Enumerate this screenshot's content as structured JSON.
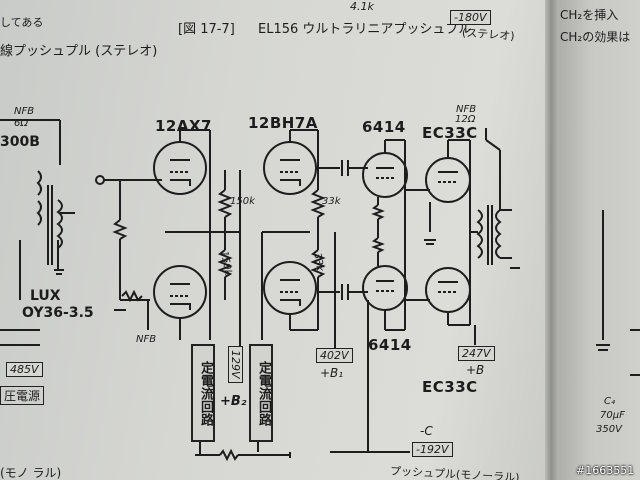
{
  "caption": {
    "figure_label": "[図 17-7]",
    "title": "EL156 ウルトラリニアプッシュプル",
    "title_suffix": "(ステレオ)"
  },
  "left_page": {
    "top_note": "してある",
    "subtitle": "線プッシュプル (ステレオ)",
    "tube_label": "300B",
    "nfb_label": "NFB",
    "nfb_value": "6Ω",
    "transformer_brand": "LUX",
    "transformer_model": "OY36-3.5",
    "voltage": "485V",
    "power_text": "圧電源",
    "bottom_text": "(モノ ラル)"
  },
  "right_page": {
    "line1": "CH₂を挿入",
    "line2": "CH₂の効果は",
    "cap_label": "C₄",
    "cap_value": "70μF",
    "cap_voltage": "350V",
    "top_voltage": "-180V"
  },
  "schematic": {
    "tubes": {
      "stage1": "12AX7",
      "stage2": "12BH7A",
      "stage3_top": "6414",
      "stage3_bottom": "6414",
      "output_top": "EC33C",
      "output_bottom": "EC33C"
    },
    "resistors": {
      "r1": "150k",
      "r2": "150k",
      "r3": "33k",
      "r4": "33k"
    },
    "nfb_top": "NFB",
    "nfb_top_value": "12Ω",
    "nfb_left": "NFB",
    "voltages": {
      "b2": "129V",
      "b2_label": "+B₂",
      "b1": "402V",
      "b1_label": "+B₁",
      "b": "247V",
      "b_label": "+B",
      "c": "-192V",
      "c_label": "-C",
      "top": "4.1k"
    },
    "constant_current_1": "定電流回路",
    "constant_current_2": "定電流回路"
  },
  "bottom_fragment": "プッシュプル(モノーラル)",
  "watermark": "#1663551"
}
